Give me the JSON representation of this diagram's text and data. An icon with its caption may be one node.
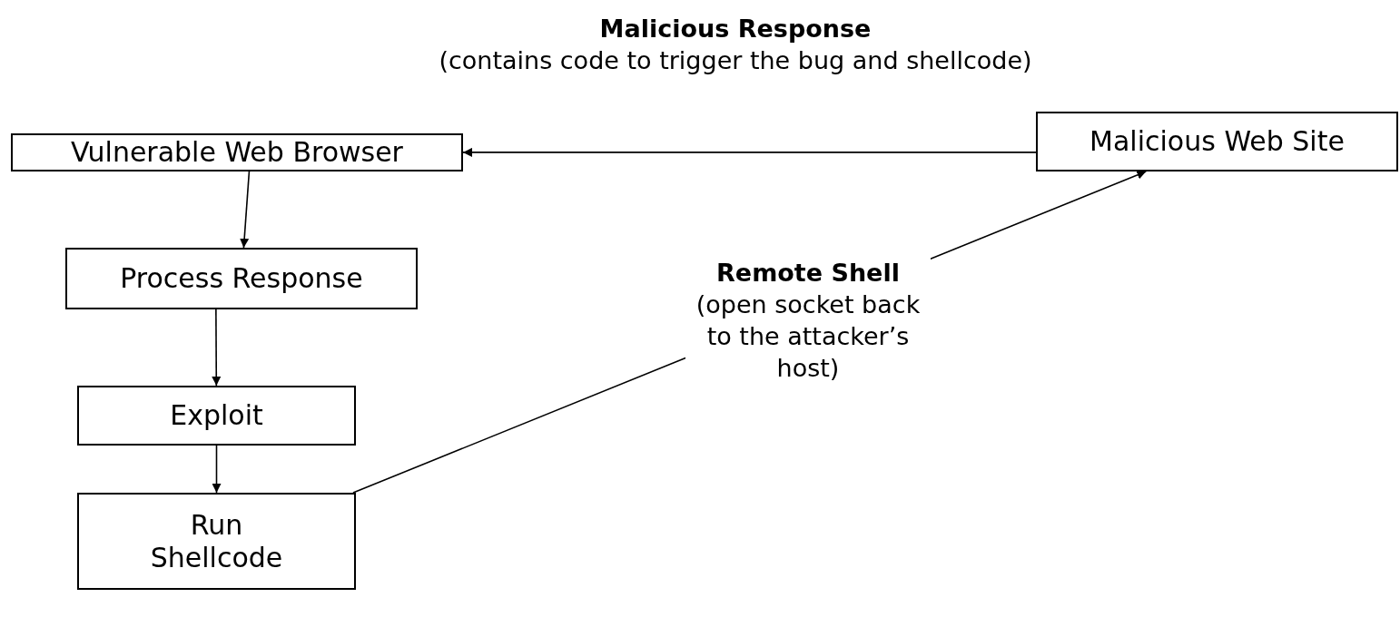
{
  "diagram": {
    "nodes": [
      {
        "text": [
          "Vulnerable Web Browser"
        ]
      },
      {
        "text": [
          "Malicious Web Site"
        ]
      },
      {
        "text": [
          "Process Response"
        ]
      },
      {
        "text": [
          "Exploit"
        ]
      },
      {
        "text": [
          "Run Shellcode"
        ]
      }
    ],
    "edges": [
      {
        "from": 1,
        "to": 0,
        "arrow": "to",
        "label": "**Malicious Response** (contains code to trigger the bug and shellcode)"
      },
      {
        "from": 0,
        "to": 2,
        "arrow": "to"
      },
      {
        "from": 2,
        "to": 3,
        "arrow": "to"
      },
      {
        "from": 3,
        "to": 4,
        "arrow": "to"
      },
      {
        "from": 4,
        "to": 1,
        "arrow": "to",
        "label": "**Remote Shell** (open socket back to the attacker’s host)"
      }
    ]
  }
}
